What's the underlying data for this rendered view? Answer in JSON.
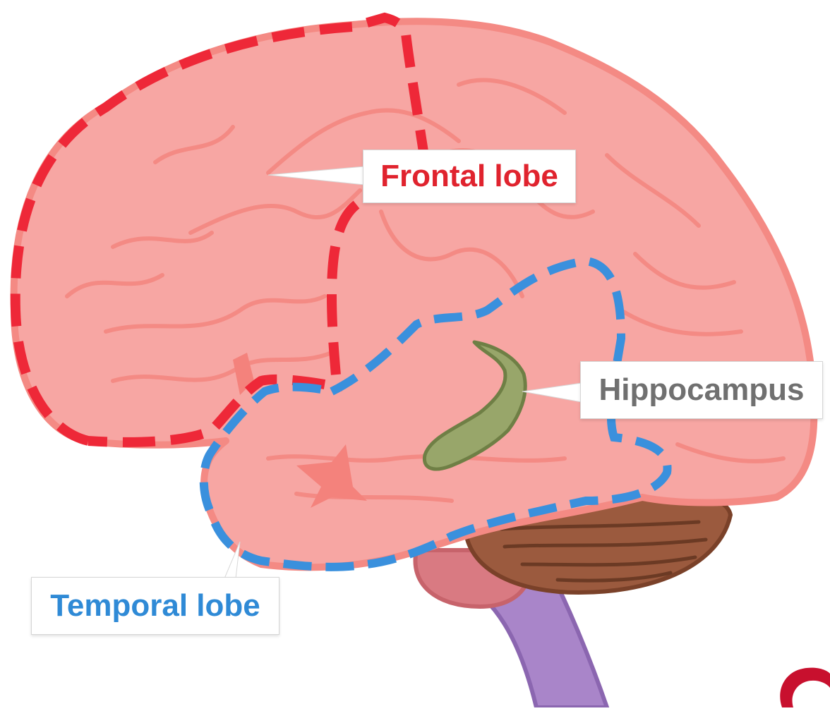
{
  "labels": {
    "frontal": "Frontal lobe",
    "hippocampus": "Hippocampus",
    "temporal": "Temporal lobe"
  },
  "icons": {
    "corner_logo": "magnifier-logo-icon"
  },
  "colors": {
    "cerebrum_fill": "#f7a6a3",
    "cerebrum_outline": "#f48a84",
    "frontal_boundary": "#ee2838",
    "temporal_boundary": "#3a90dd",
    "hippocampus_fill": "#98a66a",
    "hippocampus_outline": "#6f7f45",
    "cerebellum_fill": "#9b5a3e",
    "brainstem_fill": "#a985c9",
    "frontal_text": "#e0232e",
    "hippocampus_text": "#707070",
    "temporal_text": "#2f8ad6"
  }
}
